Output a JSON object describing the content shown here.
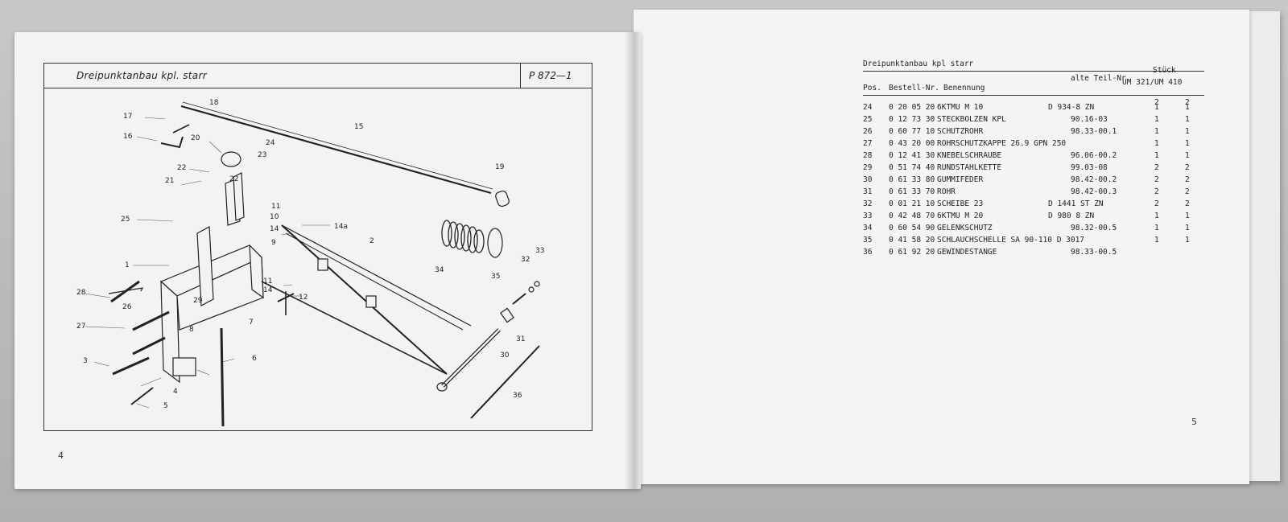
{
  "left_page": {
    "title": "Dreipunktanbau kpl. starr",
    "code": "P 872—1",
    "page_number": "4",
    "callouts": [
      "1",
      "2",
      "3",
      "4",
      "5",
      "6",
      "7",
      "8",
      "9",
      "10",
      "11",
      "12",
      "14",
      "14a",
      "15",
      "16",
      "17",
      "18",
      "19",
      "20",
      "21",
      "22",
      "22",
      "23",
      "24",
      "25",
      "26",
      "27",
      "28",
      "29",
      "30",
      "31",
      "32",
      "33",
      "34",
      "35",
      "36"
    ]
  },
  "right_page": {
    "title": "Dreipunktanbau kpl starr",
    "page_number": "5",
    "headers": {
      "pos": "Pos.",
      "bestell_nr": "Bestell-Nr.",
      "benennung": "Benennung",
      "alte_teil_nr": "alte Teil-Nr.",
      "stueck": "Stück",
      "models": "UM 321/UM 410"
    },
    "top_quantities": [
      "2",
      "2"
    ],
    "rows": [
      {
        "pos": "24",
        "nr": "0 20 05 20",
        "name": "6KTMU    M 10",
        "norm": "D 934-8 ZN",
        "alt": "",
        "q1": "1",
        "q2": "1"
      },
      {
        "pos": "25",
        "nr": "0 12 73 30",
        "name": "STECKBOLZEN KPL",
        "norm": "",
        "alt": "90.16-03",
        "q1": "1",
        "q2": "1"
      },
      {
        "pos": "26",
        "nr": "0 60 77 10",
        "name": "SCHUTZROHR",
        "norm": "",
        "alt": "98.33-00.1",
        "q1": "1",
        "q2": "1"
      },
      {
        "pos": "27",
        "nr": "0 43 20 00",
        "name": "ROHRSCHUTZKAPPE  26.9 GPN 250",
        "norm": "",
        "alt": "",
        "q1": "1",
        "q2": "1"
      },
      {
        "pos": "28",
        "nr": "0 12 41 30",
        "name": "KNEBELSCHRAUBE",
        "norm": "",
        "alt": "96.06-00.2",
        "q1": "1",
        "q2": "1"
      },
      {
        "pos": "29",
        "nr": "0 51 74 40",
        "name": "RUNDSTAHLKETTE",
        "norm": "",
        "alt": "99.03-08",
        "q1": "2",
        "q2": "2"
      },
      {
        "pos": "30",
        "nr": "0 61 33 80",
        "name": "GUMMIFEDER",
        "norm": "",
        "alt": "98.42-00.2",
        "q1": "2",
        "q2": "2"
      },
      {
        "pos": "31",
        "nr": "0 61 33 70",
        "name": "ROHR",
        "norm": "",
        "alt": "98.42-00.3",
        "q1": "2",
        "q2": "2"
      },
      {
        "pos": "32",
        "nr": "0 01 21 10",
        "name": "SCHEIBE  23",
        "norm": "D 1441 ST ZN",
        "alt": "",
        "q1": "2",
        "q2": "2"
      },
      {
        "pos": "33",
        "nr": "0 42 48 70",
        "name": "6KTMU  M 20",
        "norm": "D 980  8 ZN",
        "alt": "",
        "q1": "1",
        "q2": "1"
      },
      {
        "pos": "34",
        "nr": "0 60 54 90",
        "name": "GELENKSCHUTZ",
        "norm": "",
        "alt": "98.32-00.5",
        "q1": "1",
        "q2": "1"
      },
      {
        "pos": "35",
        "nr": "0 41 58 20",
        "name": "SCHLAUCHSCHELLE SA  90-110 D 3017",
        "norm": "",
        "alt": "",
        "q1": "1",
        "q2": "1"
      },
      {
        "pos": "36",
        "nr": "0 61 92 20",
        "name": "GEWINDESTANGE",
        "norm": "",
        "alt": "98.33-00.5",
        "q1": "",
        "q2": ""
      }
    ]
  }
}
